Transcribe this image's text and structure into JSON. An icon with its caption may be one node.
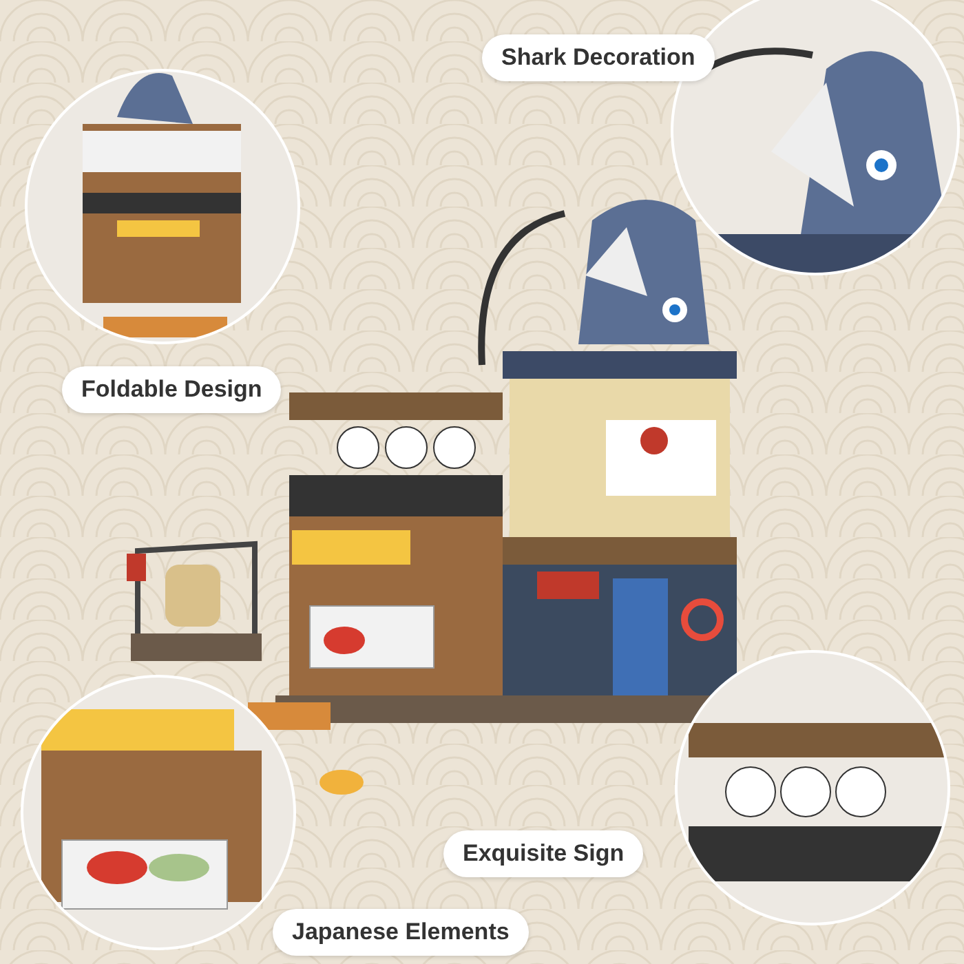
{
  "diagram": {
    "nodes": [
      {
        "text": [
          "Shark Decoration"
        ]
      },
      {
        "text": [
          "Foldable Design"
        ]
      },
      {
        "text": [
          "Exquisite Sign"
        ]
      },
      {
        "text": [
          "Japanese Elements"
        ]
      }
    ]
  }
}
